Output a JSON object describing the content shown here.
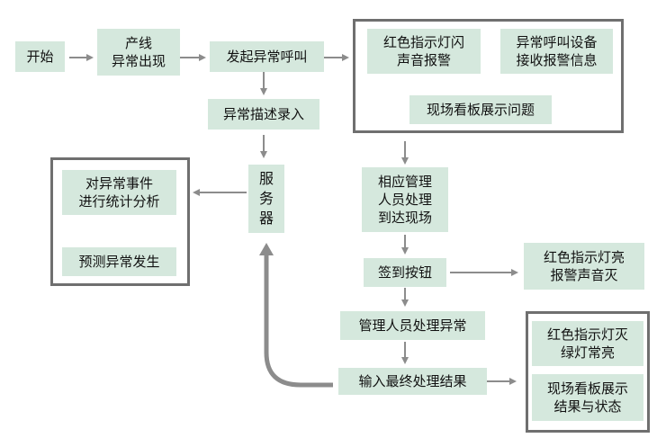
{
  "nodes": {
    "start": "开始",
    "line_abnormal": "产线\n异常出现",
    "initiate_call": "发起异常呼叫",
    "red_light_flash": "红色指示灯闪\n声音报警",
    "device_receive": "异常呼叫设备\n接收报警信息",
    "board_show_issue": "现场看板展示问题",
    "describe_input": "异常描述录入",
    "server": "服\n务\n器",
    "stats_analysis": "对异常事件\n进行统计分析",
    "predict": "预测异常发生",
    "manager_arrive": "相应管理\n人员处理\n到达现场",
    "sign_in_button": "签到按钮",
    "red_light_on_mute": "红色指示灯亮\n报警声音灭",
    "manager_handle": "管理人员处理异常",
    "input_final_result": "输入最终处理结果",
    "red_off_green_on": "红色指示灯灭\n绿灯常亮",
    "board_show_result": "现场看板展示\n结果与状态"
  },
  "colors": {
    "box_fill": "#d5e8dd",
    "frame_border": "#6f6f6f",
    "arrow": "#8c8c8c"
  }
}
